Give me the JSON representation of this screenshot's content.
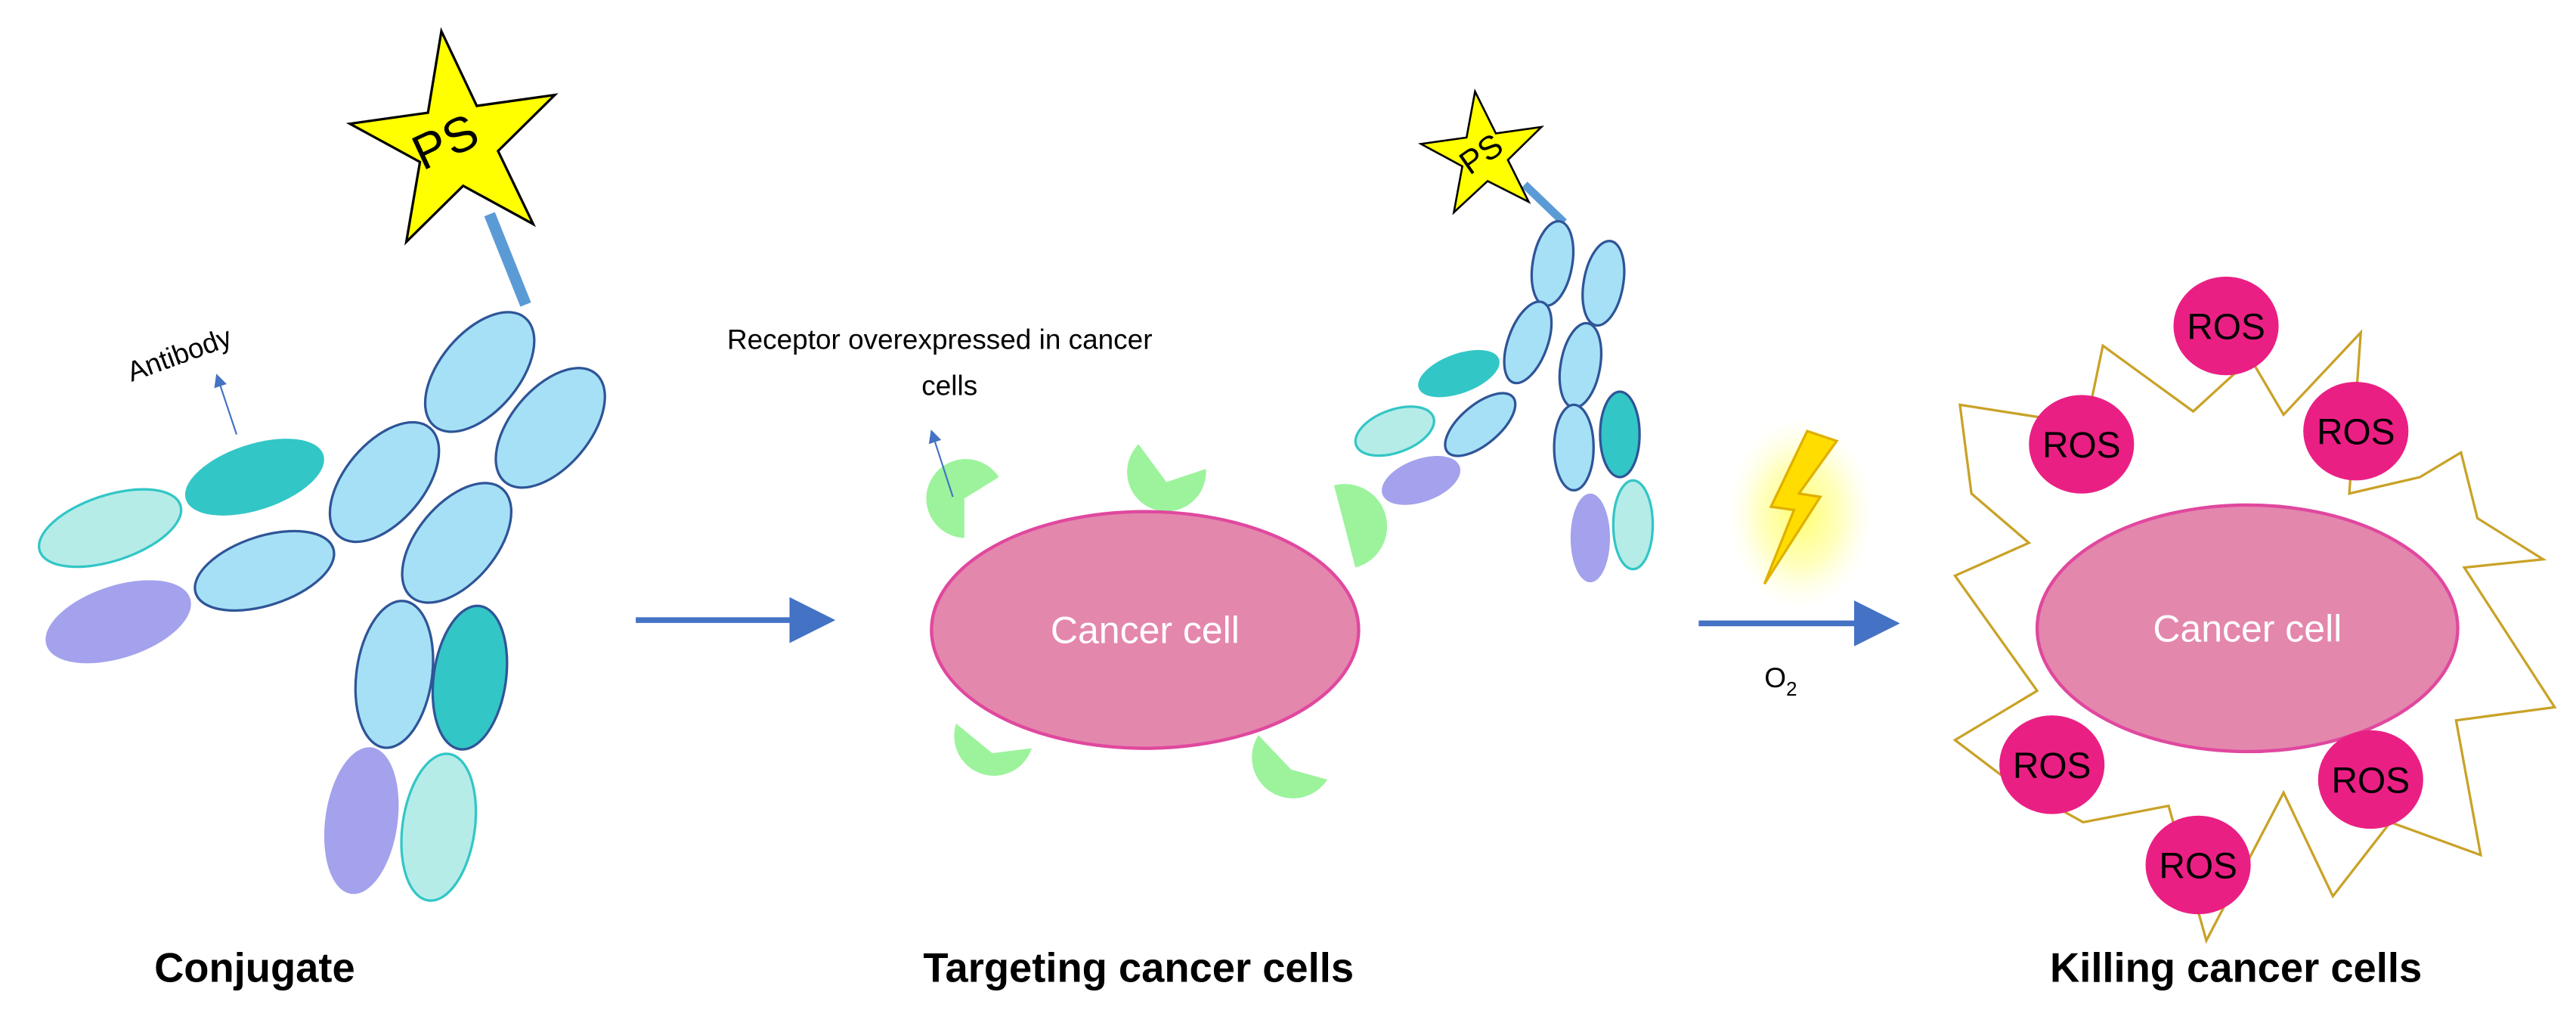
{
  "labels": {
    "antibody": "Antibody",
    "ps": "PS",
    "receptor": "Receptor overexpressed in cancer",
    "receptor_line2": "cells",
    "cancer_cell": "Cancer cell",
    "o2_base": "O",
    "o2_sub": "2",
    "ros": "ROS"
  },
  "captions": {
    "conjugate": "Conjugate",
    "targeting": "Targeting cancer cells",
    "killing": "Killing cancer cells"
  },
  "colors": {
    "light_blue": "#a6e0f7",
    "outline_blue": "#2f5597",
    "teal": "#33c6c6",
    "pale_teal": "#b6ece8",
    "lavender": "#a4a2ec",
    "star_yellow": "#ffff00",
    "receptor_green": "#9cf39c",
    "cell_pink": "#e487ad",
    "cell_outline": "#e0489e",
    "ros_magenta": "#ea1f84",
    "burst_gold": "#c9a227",
    "arrow_blue": "#4472c4"
  }
}
